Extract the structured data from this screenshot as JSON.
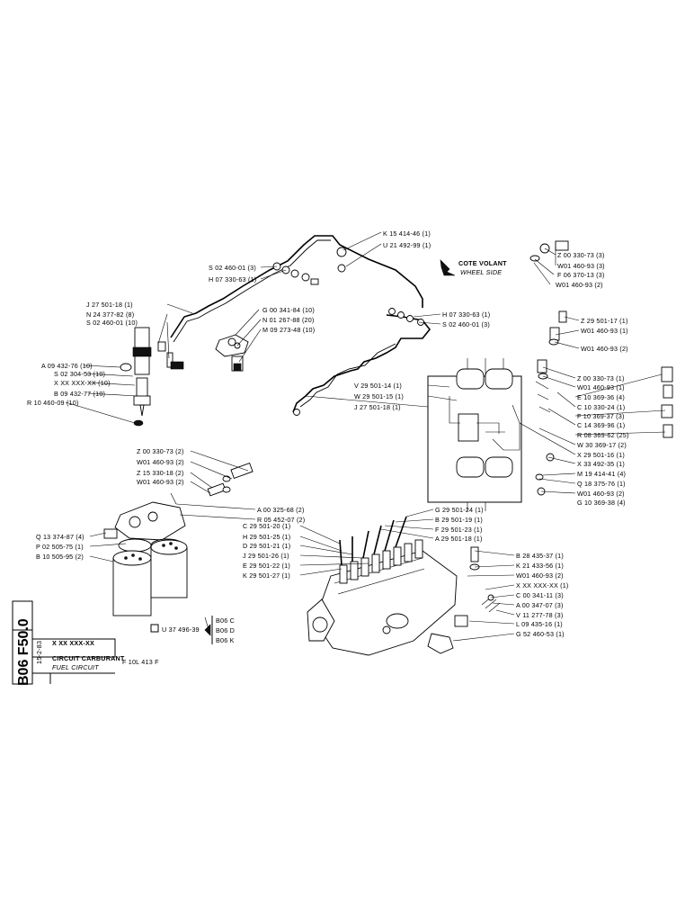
{
  "sheet": {
    "code": "B06 F50.0",
    "date": "15-2-83",
    "x_code": "X XX XXX-XX",
    "title_fr": "CIRCUIT CARBURANT",
    "title_en": "FUEL CIRCUIT",
    "engine": "F 10L 413 F",
    "variant_code": "U 37 496-39",
    "variants": [
      "B06 C",
      "B06 D",
      "B06 K"
    ],
    "wheel_side_fr": "COTE VOLANT",
    "wheel_side_en": "WHEEL SIDE"
  },
  "labels": {
    "top_pipes": [
      "K 15 414-46 (1)",
      "U 21 492-99 (1)",
      "S 02 460-01 (3)",
      "H 07 330-63 (1)",
      "H 07 330-63 (1)",
      "S 02 460-01 (3)"
    ],
    "left_injector": [
      "J 27 501-18 (1)",
      "N 24 377-82 (8)",
      "S 02 460-01 (10)",
      "A 09 432-76 (10)",
      "S 02 304-53 (10)",
      "X XX XXX-XX (10)",
      "B 09 432-77 (10)",
      "R 10 460-09 (10)"
    ],
    "mid_clamp": [
      "G 00 341-84 (10)",
      "N 01 267-88 (20)",
      "M 09 273-48 (10)"
    ],
    "right_top": [
      "Z 00 330-73 (3)",
      "W01 460-93 (3)",
      "F 06 370-13 (3)",
      "W01 460-93 (2)"
    ],
    "right_list": [
      "Z 29 501-17 (1)",
      "W01 460-93 (1)",
      "W01 460-93 (2)",
      "Z 00 330-73 (1)",
      "W01 460-93 (1)",
      "E 10 369-36 (4)",
      "C 10 330-24 (1)",
      "F 10 369-37 (3)",
      "C 14 369-96 (1)",
      "R 08 369-62 (25)",
      "W 30 369-17 (2)",
      "X 29 501-16 (1)",
      "X 33 492-35 (1)",
      "M 19 414-41 (4)",
      "Q 18 375-76 (1)",
      "W01 460-93 (2)",
      "G 10 369-38 (4)"
    ],
    "engine_pipes": [
      "V 29 501-14 (1)",
      "W 29 501-15 (1)",
      "J 27 501-18 (1)"
    ],
    "filter": [
      "Z 00 330-73 (2)",
      "W01 460-93 (2)",
      "Z 15 330-18 (2)",
      "W01 460-93 (2)",
      "A 00 325-68 (2)",
      "R 05 452-07 (2)",
      "Q 13 374-87 (4)",
      "P 02 505-75 (1)",
      "B 10 505-95 (2)"
    ],
    "pump_pipes": [
      "G 29 501-24 (1)",
      "B 29 501-19 (1)",
      "F 29 501-23 (1)",
      "A 29 501-18 (1)",
      "C 29 501-20 (1)",
      "H 29 501-25 (1)",
      "D 29 501-21 (1)",
      "J 29 501-26 (1)",
      "E 29 501-22 (1)",
      "K 29 501-27 (1)"
    ],
    "pump_right": [
      "B 28 435-37 (1)",
      "K 21 433-56 (1)",
      "W01 460-93 (2)",
      "X XX XXX-XX (1)",
      "C 00 341-11 (3)",
      "A 00 347-07 (3)",
      "V 11 277-78 (3)",
      "L 09 435-16 (1)",
      "G 52 460-53 (1)"
    ]
  }
}
